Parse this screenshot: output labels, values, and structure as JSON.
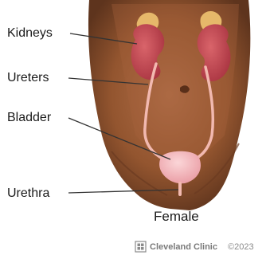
{
  "labels": {
    "kidneys": "Kidneys",
    "ureters": "Ureters",
    "bladder": "Bladder",
    "urethra": "Urethra"
  },
  "caption": "Female",
  "footer": {
    "brand": "Cleveland Clinic",
    "copyright": "©2023"
  },
  "colors": {
    "skin": "#9a5c3c",
    "skin_dark": "#6e3d24",
    "kidney": "#c2454e",
    "adrenal": "#e6b86a",
    "ureter": "#f2b9b0",
    "bladder": "#f4bcc0",
    "leader_line": "#333333"
  }
}
